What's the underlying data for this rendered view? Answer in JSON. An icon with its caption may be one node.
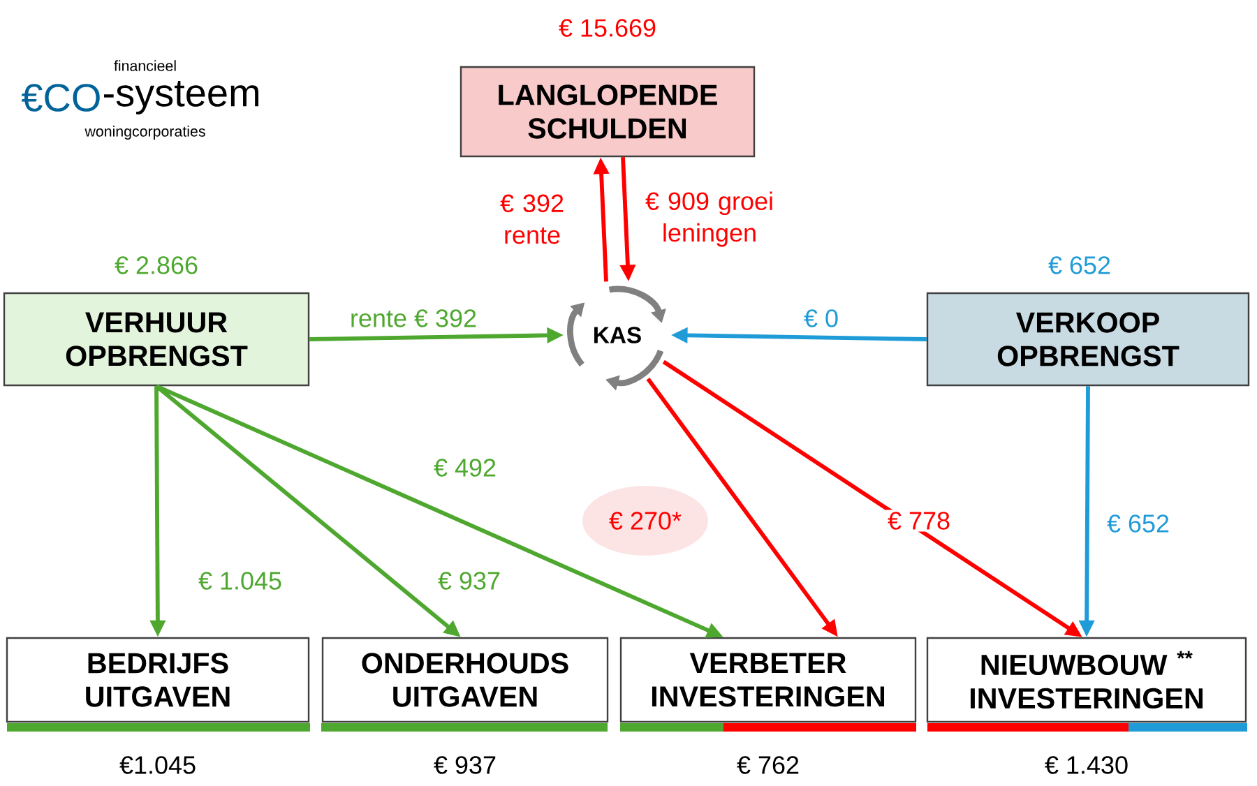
{
  "diagram": {
    "nodes": [
      {
        "text": [
          "LANGLOPENDE SCHULDEN"
        ],
        "beside": [
          "€ 15.669"
        ]
      },
      {
        "text": [
          "VERHUUR OPBRENGST"
        ],
        "beside": [
          "€ 2.866"
        ]
      },
      {
        "text": [
          "KAS"
        ]
      },
      {
        "text": [
          "VERKOOP OPBRENGST"
        ],
        "beside": [
          "€ 652"
        ]
      },
      {
        "text": [
          "BEDRIJFS UITGAVEN"
        ],
        "beside": [
          "€1.045"
        ]
      },
      {
        "text": [
          "ONDERHOUDS UITGAVEN"
        ],
        "beside": [
          "€ 937"
        ]
      },
      {
        "text": [
          "VERBETER INVESTERINGEN"
        ],
        "beside": [
          "€ 762"
        ]
      },
      {
        "text": [
          "NIEUWBOUW $^{**}$ INVESTERINGEN"
        ],
        "beside": [
          "€ 1.430"
        ]
      }
    ],
    "edges": [
      {
        "from": 2,
        "to": 0,
        "arrow": "to",
        "label": "€ 392 rente",
        "color": "#ff0000"
      },
      {
        "from": 0,
        "to": 2,
        "arrow": "to",
        "label": "€ 909 groei leningen",
        "color": "#ff0000"
      },
      {
        "from": 1,
        "to": 2,
        "arrow": "to",
        "label": "rente € 392",
        "color": "#4ea72e"
      },
      {
        "from": 3,
        "to": 2,
        "arrow": "to",
        "label": "€ 0",
        "color": "#1f9bd7"
      },
      {
        "from": 1,
        "to": 4,
        "arrow": "to",
        "label": "€ 1.045",
        "color": "#4ea72e"
      },
      {
        "from": 1,
        "to": 5,
        "arrow": "to",
        "label": "€ 937",
        "color": "#4ea72e"
      },
      {
        "from": 1,
        "to": 6,
        "arrow": "to",
        "label": "€ 492",
        "color": "#4ea72e"
      },
      {
        "from": 2,
        "to": 6,
        "arrow": "to",
        "label": "€ 270*",
        "color": "#ff0000"
      },
      {
        "from": 2,
        "to": 7,
        "arrow": "to",
        "label": "€ 778",
        "color": "#ff0000"
      },
      {
        "from": 3,
        "to": 7,
        "arrow": "to",
        "label": "€ 652",
        "color": "#1f9bd7"
      }
    ],
    "labels": [
      "financieel",
      "€CO",
      "-systeem",
      "woningcorporaties"
    ]
  }
}
